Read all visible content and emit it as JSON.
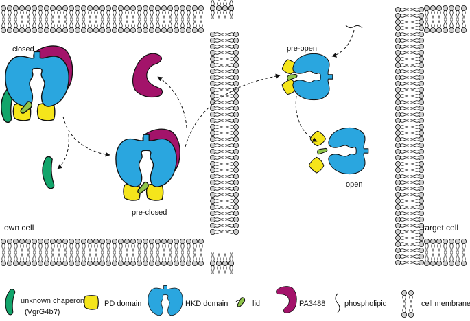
{
  "colors": {
    "hkd": "#2aa6df",
    "pd": "#f5e51b",
    "pa3488": "#a3136a",
    "chaperone": "#12a56b",
    "lid": "#8fc44a",
    "membrane_head": "#cfcfcf",
    "line": "#111111"
  },
  "labels": {
    "closed": "closed",
    "pre_closed": "pre-closed",
    "pre_open": "pre-open",
    "open": "open",
    "own_cell": "own cell",
    "target_cell": "target cell"
  },
  "legend": {
    "chaperone_line1": "unknown chaperone",
    "chaperone_line2": "(VgrG4b?)",
    "pd": "PD domain",
    "hkd": "HKD domain",
    "lid": "lid",
    "pa3488": "PA3488",
    "phospholipid": "phospholipid",
    "membrane": "cell membrane"
  },
  "icons": [
    "hkd-shape-icon",
    "pd-wing-icon",
    "pa3488-boomerang-icon",
    "chaperone-leaf-icon",
    "lid-icon",
    "phospholipid-icon",
    "membrane-icon"
  ]
}
